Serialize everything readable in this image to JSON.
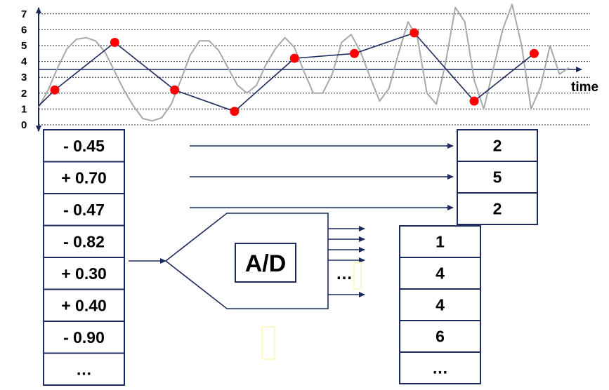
{
  "chart_data": {
    "type": "line",
    "xlabel": "time",
    "ylabel": "",
    "yticks": [
      "0",
      "1",
      "2",
      "3",
      "4",
      "5",
      "6",
      "7"
    ],
    "ylim": [
      0,
      7
    ],
    "sample_values": [
      2.2,
      5.2,
      2.2,
      0.85,
      4.2,
      4.5,
      5.8,
      1.5,
      4.5
    ],
    "analog_signal": [
      1.1,
      2.2,
      3.6,
      4.8,
      5.4,
      5.5,
      5.3,
      4.6,
      3.4,
      2.2,
      1.2,
      0.4,
      0.25,
      0.45,
      1.3,
      2.8,
      4.4,
      5.3,
      5.3,
      4.7,
      3.6,
      2.5,
      2.0,
      2.5,
      3.8,
      4.8,
      5.5,
      4.9,
      3.4,
      2.0,
      2.0,
      3.2,
      5.2,
      5.7,
      4.6,
      3.0,
      1.5,
      2.3,
      4.5,
      6.5,
      5.5,
      2.0,
      1.3,
      4.0,
      7.4,
      6.5,
      2.8,
      1.0,
      3.5,
      6.0,
      7.6,
      5.0,
      1.0,
      2.4,
      5.0,
      3.2,
      3.6
    ]
  },
  "analog_table": {
    "rows": [
      "- 0.45",
      "+ 0.70",
      "- 0.47",
      "- 0.82",
      "+ 0.30",
      "+ 0.40",
      "- 0.90",
      "…"
    ]
  },
  "converter": {
    "label": "A/D",
    "ellipsis": "…"
  },
  "digital_table_top": {
    "rows": [
      "2",
      "5",
      "2"
    ]
  },
  "digital_table_bottom": {
    "rows": [
      "1",
      "4",
      "4",
      "6",
      "…"
    ]
  },
  "colors": {
    "grid": "#2e2e3a",
    "axis": "#1c2a5e",
    "sample_line": "#1c2a5e",
    "sample_dot": "#ff0000",
    "analog_wave": "#a8a8a8",
    "arrow": "#1c2a5e",
    "ghost": "#fff6b3"
  }
}
